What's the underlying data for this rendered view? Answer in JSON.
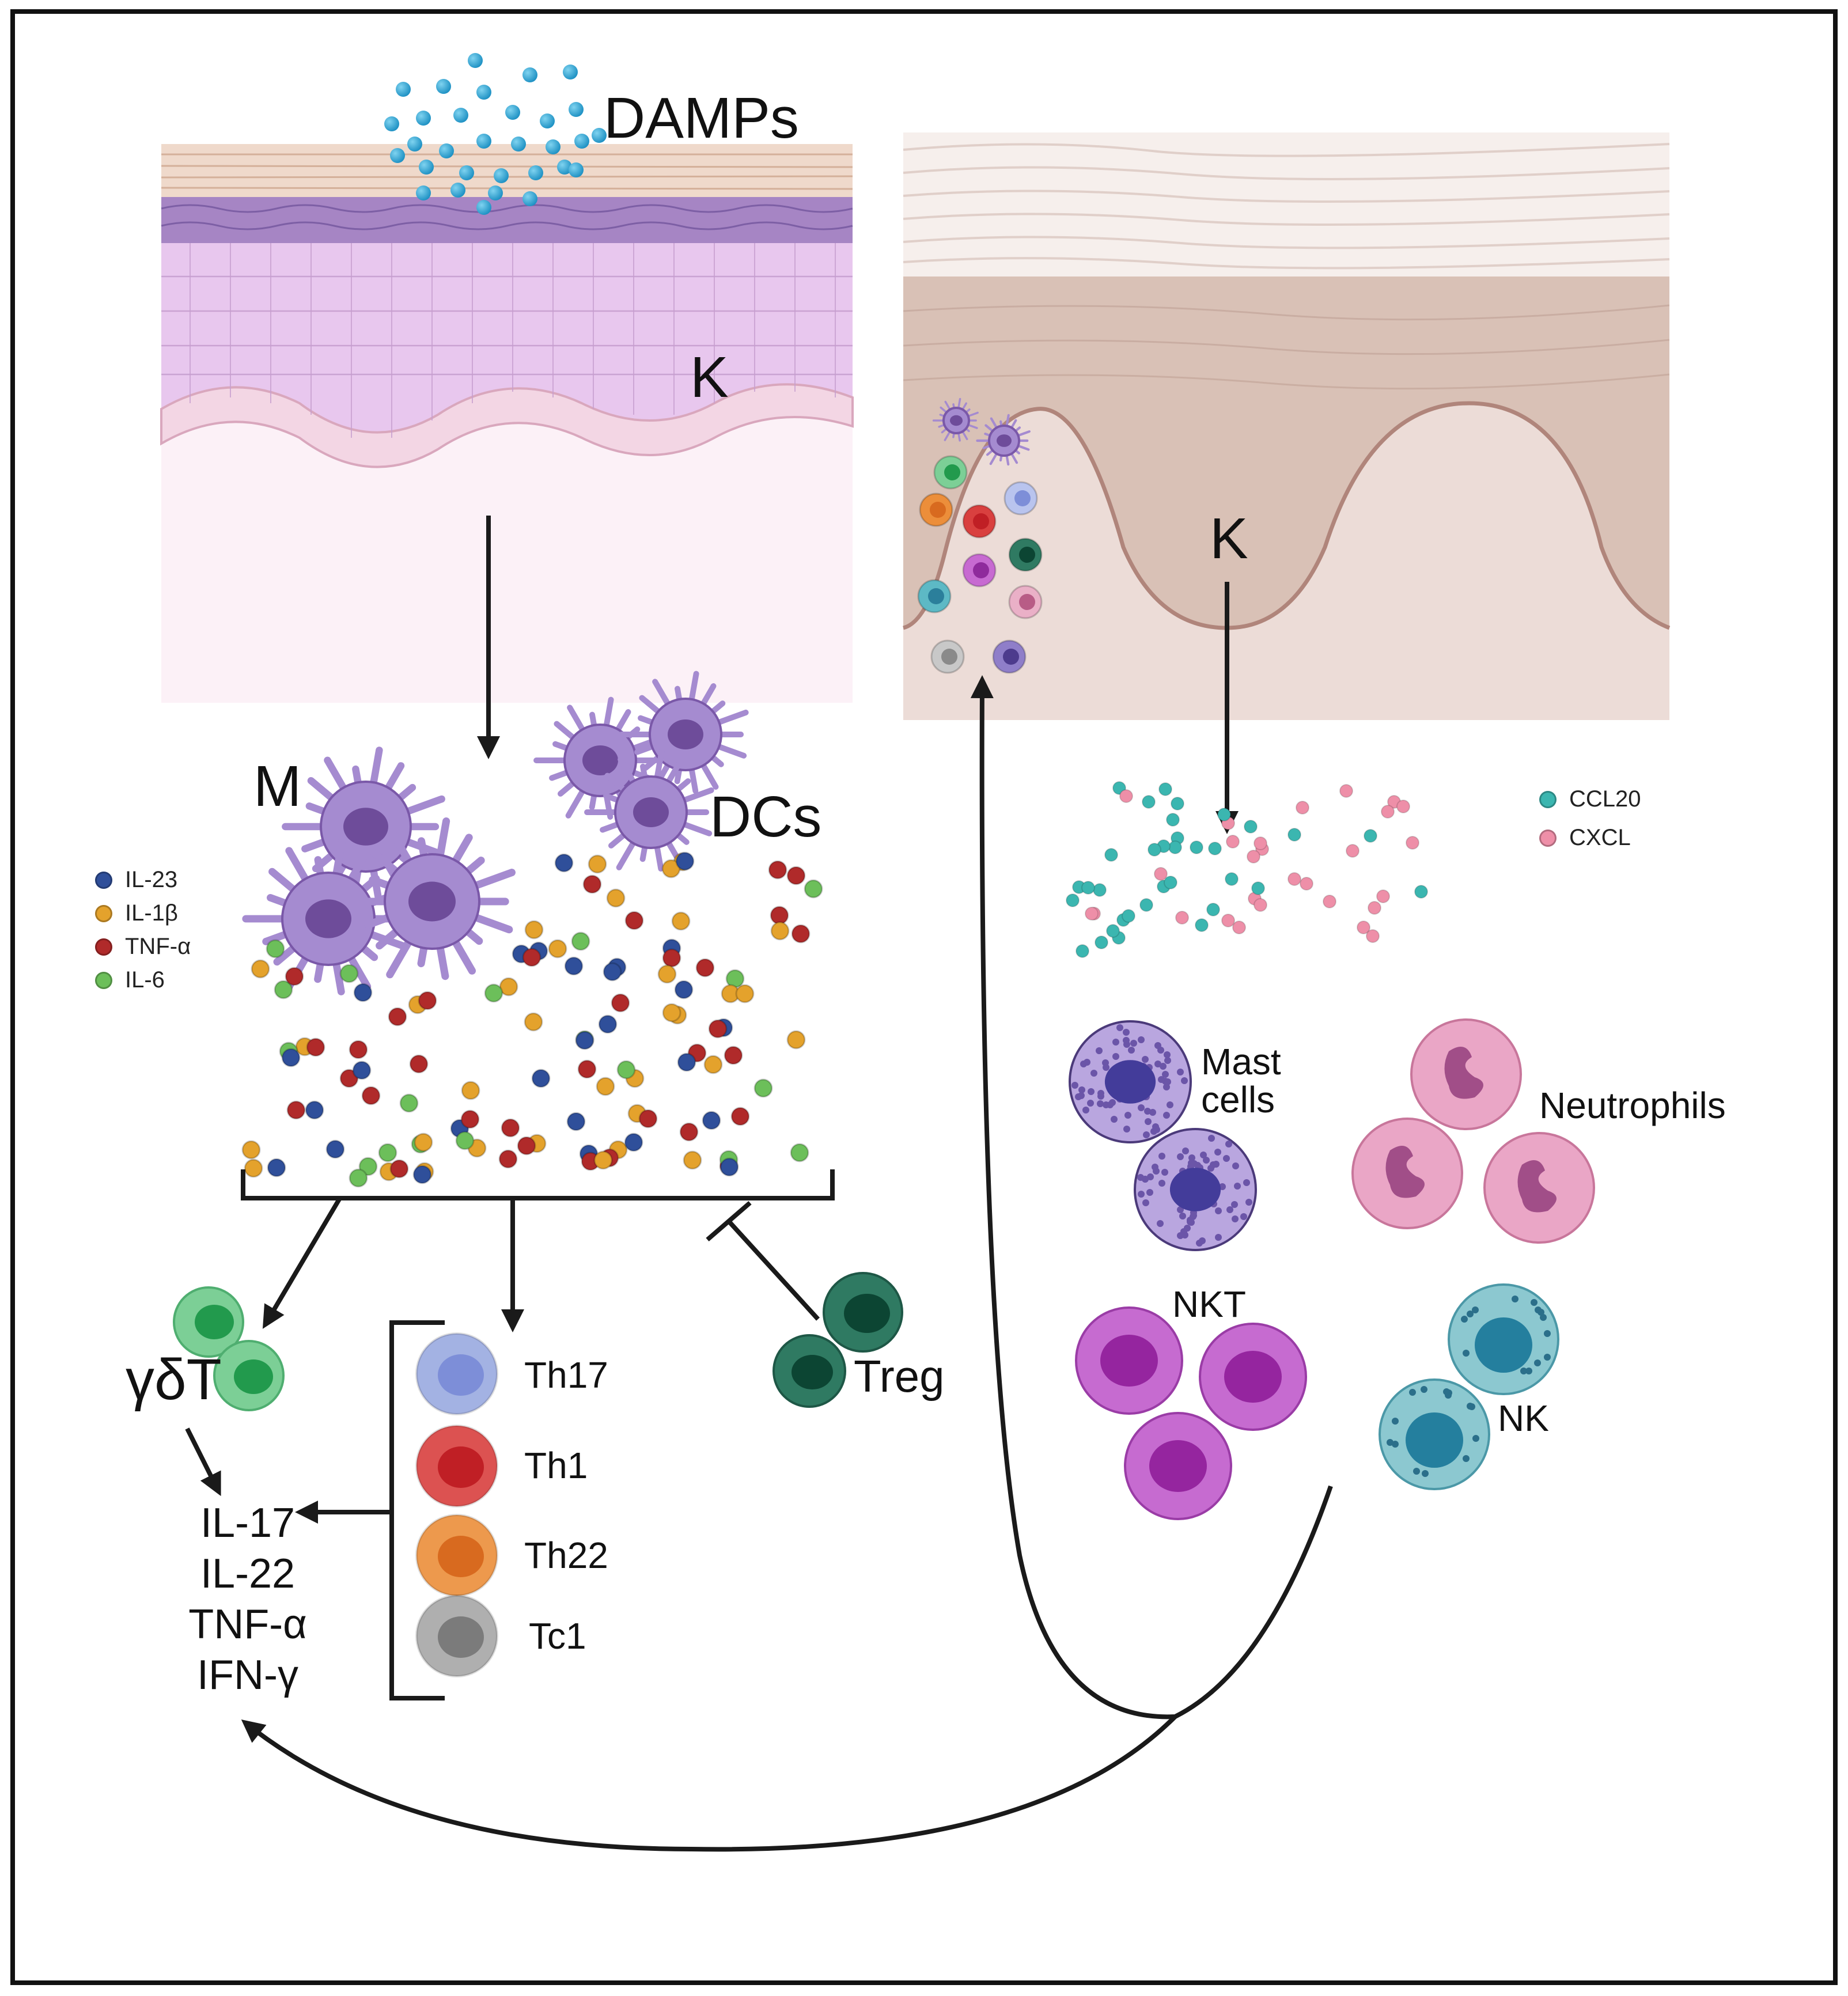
{
  "labels": {
    "damps": "DAMPs",
    "k_left": "K",
    "k_right": "K",
    "m": "M",
    "dcs": "DCs",
    "gdt": "γδT",
    "treg": "Treg",
    "mast": "Mast cells",
    "mast_line1": "Mast",
    "mast_line2": "cells",
    "neutrophils": "Neutrophils",
    "nkt": "NKT",
    "nk": "NK"
  },
  "th_cells": [
    {
      "label": "Th17",
      "color": "#9aaae0"
    },
    {
      "label": "Th1",
      "color": "#d9403f"
    },
    {
      "label": "Th22",
      "color": "#ec8e3a"
    },
    {
      "label": "Tc1",
      "color": "#a7a7a7"
    }
  ],
  "outputs": [
    "IL-17",
    "IL-22",
    "TNF-α",
    "IFN-γ"
  ],
  "legend_cytokines": [
    {
      "label": "IL-23",
      "color": "#2f4f9a"
    },
    {
      "label": "IL-1β",
      "color": "#e4a22c"
    },
    {
      "label": "TNF-α",
      "color": "#b02a2a"
    },
    {
      "label": "IL-6",
      "color": "#6cbf5a"
    }
  ],
  "legend_chemokines": [
    {
      "label": "CCL20",
      "color": "#3bb6b0"
    },
    {
      "label": "CXCL",
      "color": "#ee8fa8"
    }
  ]
}
